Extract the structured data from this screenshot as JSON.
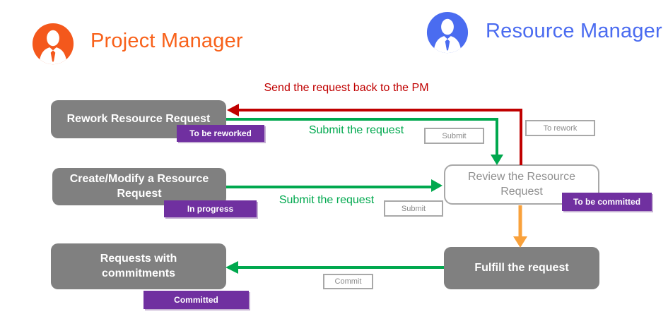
{
  "actors": {
    "project_manager": {
      "label": "Project Manager"
    },
    "resource_manager": {
      "label": "Resource Manager"
    }
  },
  "nodes": {
    "rework": {
      "label": "Rework Resource Request",
      "status_badge": "To be reworked"
    },
    "create": {
      "label": "Create/Modify a Resource Request",
      "status_badge": "In progress"
    },
    "commitments": {
      "label": "Requests with commitments",
      "status_badge": "Committed"
    },
    "review": {
      "label": "Review the Resource Request",
      "status_badge": "To be committed"
    },
    "fulfill": {
      "label": "Fulfill the request"
    }
  },
  "buttons": {
    "submit_top": {
      "label": "Submit"
    },
    "to_rework": {
      "label": "To rework"
    },
    "submit_middle": {
      "label": "Submit"
    },
    "commit": {
      "label": "Commit"
    }
  },
  "edge_labels": {
    "send_back_to_pm": "Send the request back to the PM",
    "submit_request_top": "Submit the request",
    "submit_request_middle": "Submit the request"
  },
  "colors": {
    "pm_orange": "#F8611A",
    "pm_avatar": "#F4581C",
    "rm_blue": "#4A6BF0",
    "rm_avatar": "#4A6CF0",
    "node_gray": "#808080",
    "badge_purple": "#7030A0",
    "arrow_green": "#00A84E",
    "arrow_red": "#C00000",
    "arrow_orange": "#F9A13B"
  }
}
